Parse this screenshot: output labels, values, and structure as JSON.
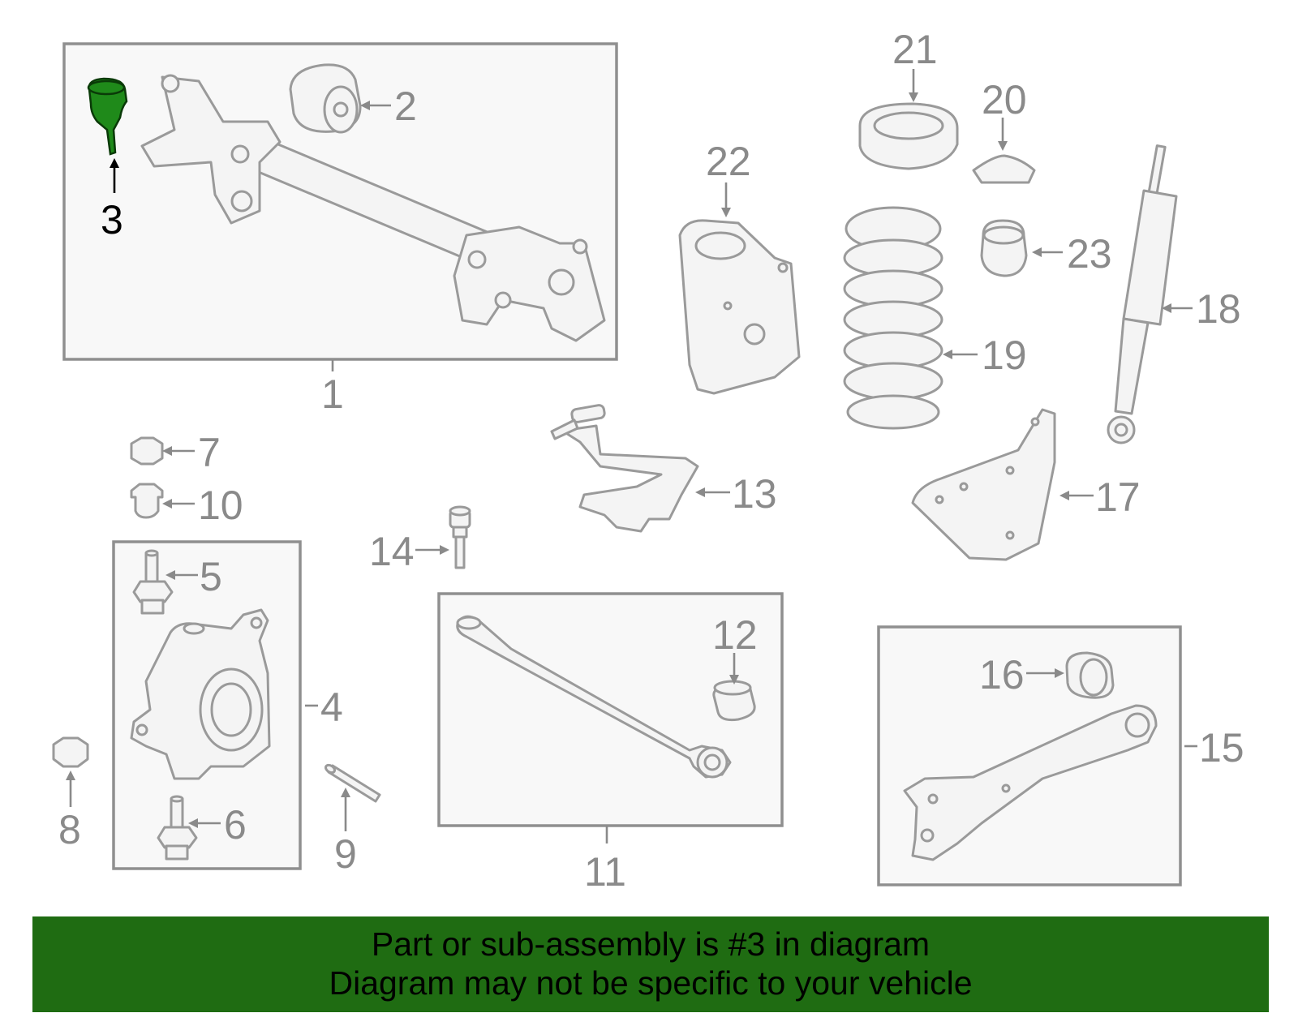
{
  "highlight_color": "#1f6c12",
  "callouts": {
    "c1": "1",
    "c2": "2",
    "c3": "3",
    "c4": "4",
    "c5": "5",
    "c6": "6",
    "c7": "7",
    "c8": "8",
    "c9": "9",
    "c10": "10",
    "c11": "11",
    "c12": "12",
    "c13": "13",
    "c14": "14",
    "c15": "15",
    "c16": "16",
    "c17": "17",
    "c18": "18",
    "c19": "19",
    "c20": "20",
    "c21": "21",
    "c22": "22",
    "c23": "23"
  },
  "footer": {
    "line1": "Part or sub-assembly is #3 in diagram",
    "line2": "Diagram may not be specific to your vehicle"
  }
}
